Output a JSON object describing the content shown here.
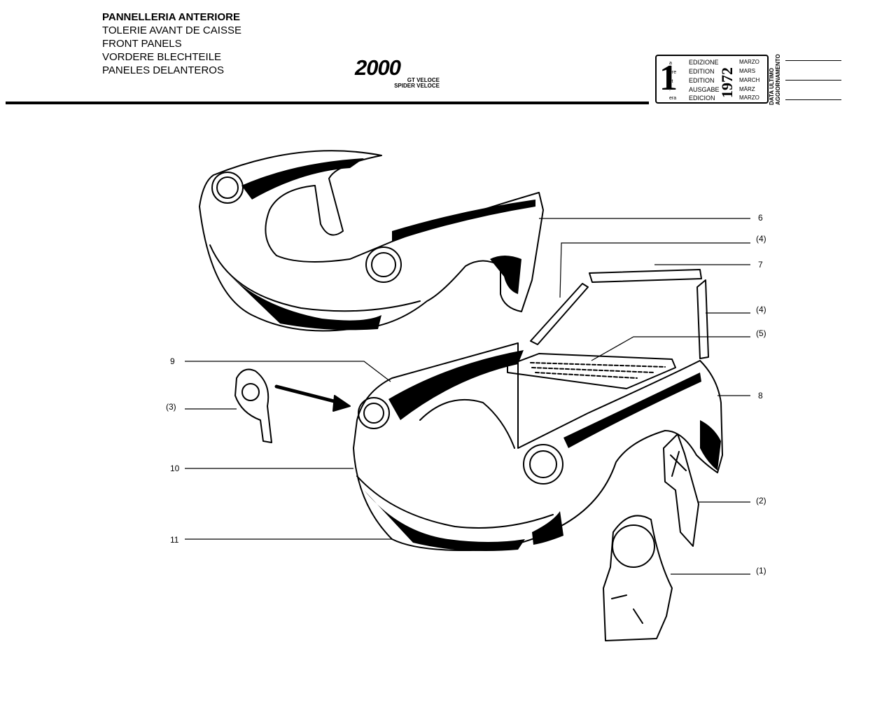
{
  "header": {
    "titles": [
      "PANNELLERIA ANTERIORE",
      "TOLERIE AVANT DE CAISSE",
      "FRONT PANELS",
      "VORDERE BLECHTEILE",
      "PANELES DELANTEROS"
    ],
    "logo": {
      "main": "2000",
      "line1": "GT VELOCE",
      "line2": "SPIDER VELOCE"
    }
  },
  "edition_box": {
    "number": "1",
    "suffixes": [
      "a",
      "ere",
      "st",
      ".",
      "era"
    ],
    "words": [
      "EDIZIONE",
      "EDITION",
      "EDITION",
      "AUSGABE",
      "EDICION"
    ],
    "months": [
      "MARZO",
      "MARS",
      "MARCH",
      "MÄRZ",
      "MARZO"
    ],
    "year": "1972"
  },
  "update_label": [
    "DATA ULTIMO",
    "AGGIORNAMENTO"
  ],
  "callouts": {
    "c6": "6",
    "c4a": "(4)",
    "c7": "7",
    "c4b": "(4)",
    "c5": "(5)",
    "c8": "8",
    "c9": "9",
    "c3": "(3)",
    "c10": "10",
    "c2": "(2)",
    "c11": "11",
    "c1": "(1)"
  }
}
